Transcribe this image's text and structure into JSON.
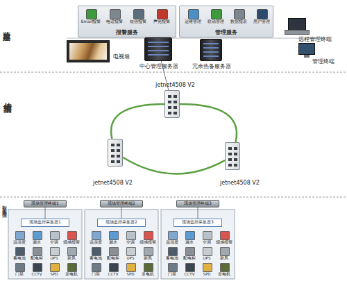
{
  "diagram": {
    "nodes": [
      {
        "text": [
          "报警服务"
        ]
      },
      {
        "text": [
          "Email报警"
        ],
        "in": 0
      },
      {
        "text": [
          "电话报警"
        ],
        "in": 0
      },
      {
        "text": [
          "短信报警"
        ],
        "in": 0
      },
      {
        "text": [
          "声光报警"
        ],
        "in": 0
      },
      {
        "text": [
          "管理服务"
        ]
      },
      {
        "text": [
          "运维管理"
        ],
        "in": 5
      },
      {
        "text": [
          "联动管理"
        ],
        "in": 5
      },
      {
        "text": [
          "数据报表"
        ],
        "in": 5
      },
      {
        "text": [
          "用户管理"
        ],
        "in": 5
      },
      {
        "text": [
          "电视墙"
        ]
      },
      {
        "text": [
          "中心管理服务器"
        ]
      },
      {
        "text": [
          "冗余热备服务器"
        ]
      },
      {
        "text": [
          "远程管理终端"
        ]
      },
      {
        "text": [
          "管理终端"
        ]
      },
      {
        "text": [
          "jetnet4508 V2"
        ]
      },
      {
        "text": [
          "jetnet4508 V2"
        ]
      },
      {
        "text": [
          "jetnet4508 V2"
        ]
      },
      {
        "text": [
          "现场管理终端1"
        ]
      },
      {
        "text": [
          "现场监控采集器1"
        ]
      },
      {
        "text": [
          "现场管理终端2"
        ]
      },
      {
        "text": [
          "现场监控采集器2"
        ]
      },
      {
        "text": [
          "现场管理终端3"
        ]
      },
      {
        "text": [
          "现场监控采集器3"
        ]
      }
    ],
    "edges": [
      {
        "from": 11,
        "to": 15,
        "arrow": "none"
      },
      {
        "from": 15,
        "to": 16,
        "arrow": "none"
      },
      {
        "from": 16,
        "to": 17,
        "arrow": "none"
      },
      {
        "from": 15,
        "to": 17,
        "arrow": "none"
      },
      {
        "from": 18,
        "to": 19,
        "arrow": "none"
      },
      {
        "from": 20,
        "to": 21,
        "arrow": "none"
      },
      {
        "from": 22,
        "to": 23,
        "arrow": "none"
      }
    ],
    "labels": [
      "监控层",
      "传输层",
      "数据采集处理层",
      "温湿度",
      "漏水",
      "空调",
      "烟感报警",
      "蓄电池",
      "配电柜",
      "UPS",
      "新风",
      "门禁",
      "CCTV",
      "SPD",
      "发电机",
      "温湿度",
      "漏水",
      "空调",
      "烟感报警",
      "蓄电池",
      "配电柜",
      "UPS",
      "新风",
      "门禁",
      "CCTV",
      "SPD",
      "发电机",
      "温湿度",
      "漏水",
      "空调",
      "烟感报警",
      "蓄电池",
      "配电柜",
      "UPS",
      "新风",
      "门禁",
      "CCTV",
      "SPD",
      "发电机"
    ]
  }
}
